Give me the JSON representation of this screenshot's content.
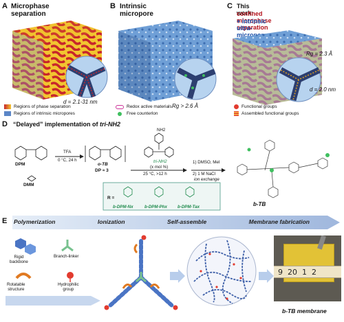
{
  "panels": {
    "a": {
      "letter": "A",
      "title": "Microphase separation",
      "measure": "d = 2.1-31 nm"
    },
    "b": {
      "letter": "B",
      "title": "Intrinsic micropore",
      "measure": "Rg > 2.6 Å"
    },
    "c": {
      "letter": "C",
      "title_1": "This work:",
      "title_2": "confined microphase separation",
      "title_3": "+ intrinsic ultra-micropore",
      "measure_rg": "Rg = 2.3 Å",
      "measure_d": "d = 2.0 nm"
    },
    "d": {
      "letter": "D",
      "title_prefix": "“Delayed” implementation of ",
      "title_suffix": "tri-NH2"
    },
    "e": {
      "letter": "E"
    }
  },
  "legend": {
    "phase": "Regions of phase separation",
    "micropores": "Regions of intrinsic micropores",
    "redox": "Redox active materials",
    "counterion": "Free counterlon",
    "functional": "Functional groups",
    "assembled": "Assembled functional groups"
  },
  "chem": {
    "dpm": "DPM",
    "dmm": "DMM",
    "step1_reagent": "TFA",
    "step1_cond": "0 °C, 24 h",
    "otb": "o-TB",
    "dp": "DP ≈ 3",
    "trinh2": "tri-NH2",
    "trinh2_amt": "(x mol %)",
    "step2_cond": "25 °C, >12 h",
    "step3_a": "1) DMSO, MeI",
    "step3_b": "2) 1 M NaCl",
    "step3_c": "ion exchange",
    "r_label": "R =",
    "r1": "b-DPM-Nx",
    "r2": "b-DPM-Phx",
    "r3": "b-DPM-Tax",
    "product": "b-TB",
    "nh2": "NH2"
  },
  "stages": [
    "Polymerization",
    "Ionization",
    "Self-assemble",
    "Membrane fabrication"
  ],
  "e_labels": {
    "rigid": "Rigid\nbackbone",
    "branch": "Branch-linker",
    "rotatable": "Rotatable\nstructure",
    "hydrophilic": "Hydrophilic\ngroup",
    "membrane": "b-TB membrane",
    "ruler": "9  20  1  2"
  },
  "colors": {
    "red_phase": "#c8262b",
    "yellow_phase": "#f2c530",
    "blue_cube": "#5b86c7",
    "light_blue": "#a9c8ea",
    "arrow_blue": "#9fb7dd",
    "green": "#3fbf5f",
    "pink": "#cc3399"
  }
}
